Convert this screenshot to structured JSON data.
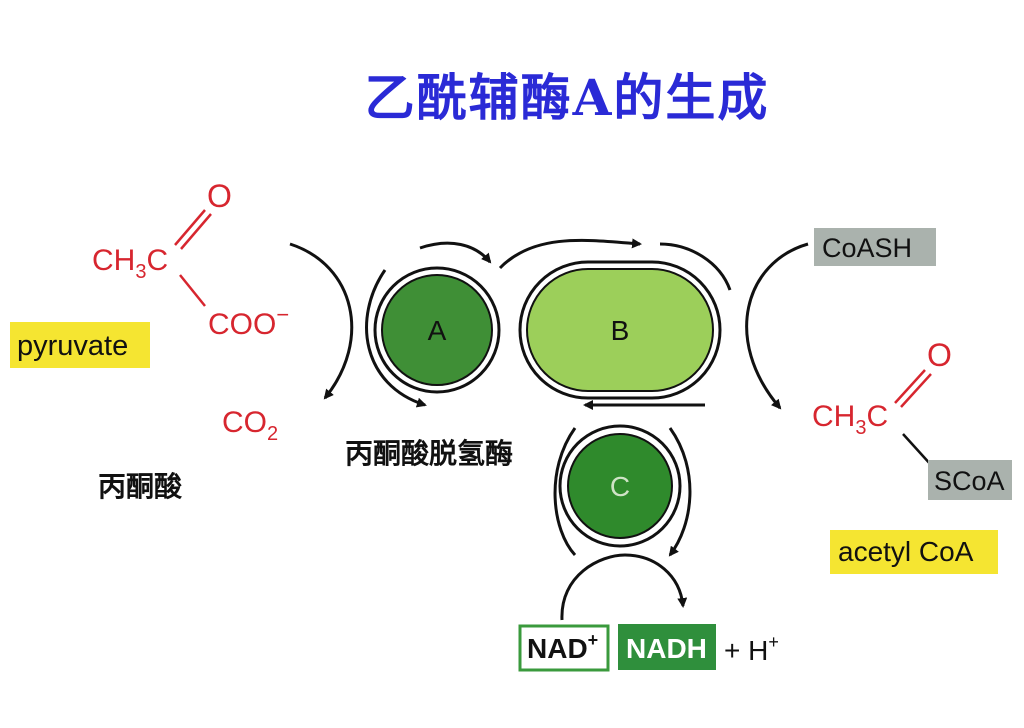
{
  "title": "乙酰辅酶A的生成",
  "colors": {
    "title": "#2a2ad6",
    "chem_red": "#d7262f",
    "yellow_label": "#f5e531",
    "gray_label": "#aab2ad",
    "enzyme_a": "#3f8f36",
    "enzyme_b": "#9ccf5a",
    "enzyme_c": "#2f8a2c",
    "nadh_fill": "#2f8f3c",
    "nad_border": "#3a9a3c"
  },
  "labels": {
    "pyruvate": "pyruvate",
    "coash": "CoASH",
    "acetyl_coa": "acetyl CoA",
    "nad": "NAD",
    "nad_sup": "+",
    "nadh": "NADH",
    "h_plus": "+ H",
    "h_sup": "+",
    "co2_c": "CO",
    "co2_sub": "2"
  },
  "enzymes": {
    "a": "A",
    "b": "B",
    "c": "C"
  },
  "pyruvate_struct": {
    "o": "O",
    "ch3c_main": "CH",
    "ch3c_sub": "3",
    "ch3c_tail": "C",
    "coo": "COO",
    "coo_sup": "−"
  },
  "acetyl_struct": {
    "o": "O",
    "ch3c_main": "CH",
    "ch3c_sub": "3",
    "ch3c_tail": "C",
    "scoa": "SCoA"
  },
  "chinese": {
    "pyruvic_acid": "丙酮酸",
    "pyruvate_dehydrogenase": "丙酮酸脱氢酶"
  }
}
